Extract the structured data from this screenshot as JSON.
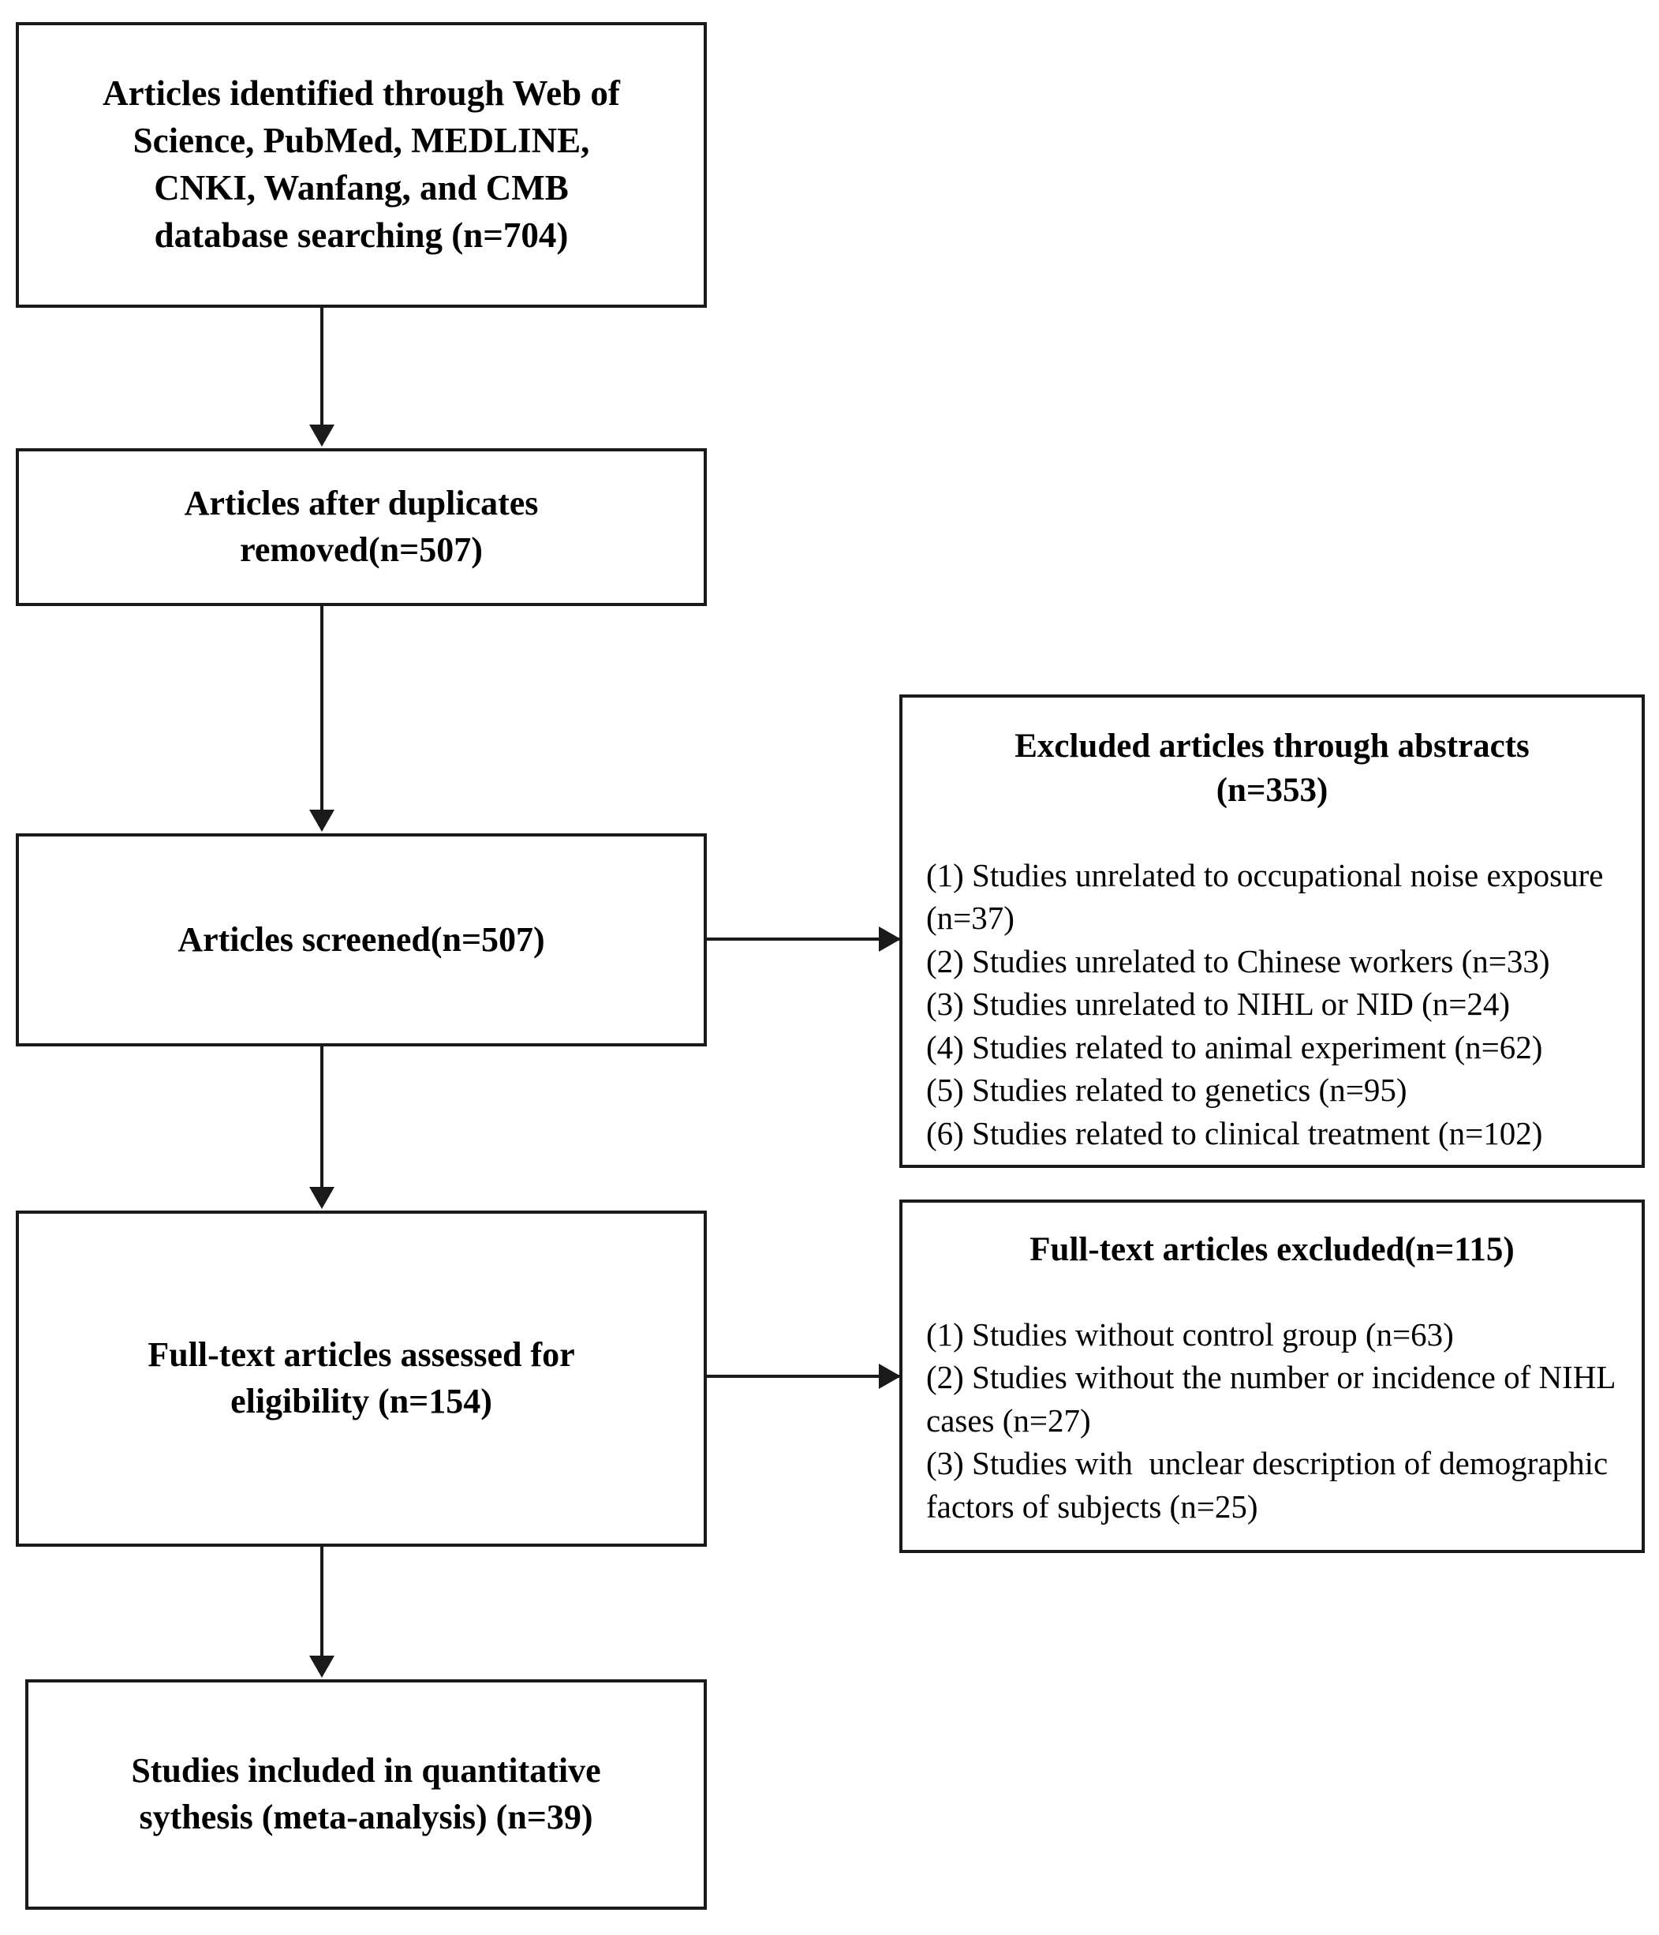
{
  "diagram": {
    "type": "prisma-flow-diagram",
    "flow_boxes": [
      {
        "id": "identification",
        "text": "Articles identified through Web of\nScience, PubMed, MEDLINE,\nCNKI, Wanfang, and CMB\ndatabase searching (n=704)",
        "n": 704
      },
      {
        "id": "duplicates-removed",
        "text": "Articles after duplicates\nremoved(n=507)",
        "n": 507
      },
      {
        "id": "screened",
        "text": "Articles screened(n=507)",
        "n": 507
      },
      {
        "id": "eligibility",
        "text": "Full-text articles assessed for\neligibility (n=154)",
        "n": 154
      },
      {
        "id": "included",
        "text": "Studies included in quantitative\nsythesis (meta-analysis) (n=39)",
        "n": 39
      }
    ],
    "exclusion_boxes": [
      {
        "id": "excluded-abstracts",
        "title": "Excluded articles through abstracts\n(n=353)",
        "n": 353,
        "reasons": [
          "(1) Studies unrelated to occupational noise exposure (n=37)",
          "(2) Studies unrelated to Chinese workers (n=33)",
          "(3) Studies unrelated to NIHL or NID (n=24)",
          "(4) Studies related to animal experiment (n=62)",
          "(5) Studies related to genetics (n=95)",
          "(6) Studies related to clinical treatment (n=102)"
        ]
      },
      {
        "id": "excluded-fulltext",
        "title": "Full-text articles excluded(n=115)",
        "n": 115,
        "reasons": [
          "(1) Studies without control group (n=63)",
          "(2) Studies without the number or incidence of NIHL cases (n=27)",
          "(3) Studies with  unclear description of demographic factors of subjects (n=25)"
        ]
      }
    ],
    "colors": {
      "stroke": "#1a1a1a",
      "background": "#ffffff",
      "text": "#000000"
    }
  }
}
